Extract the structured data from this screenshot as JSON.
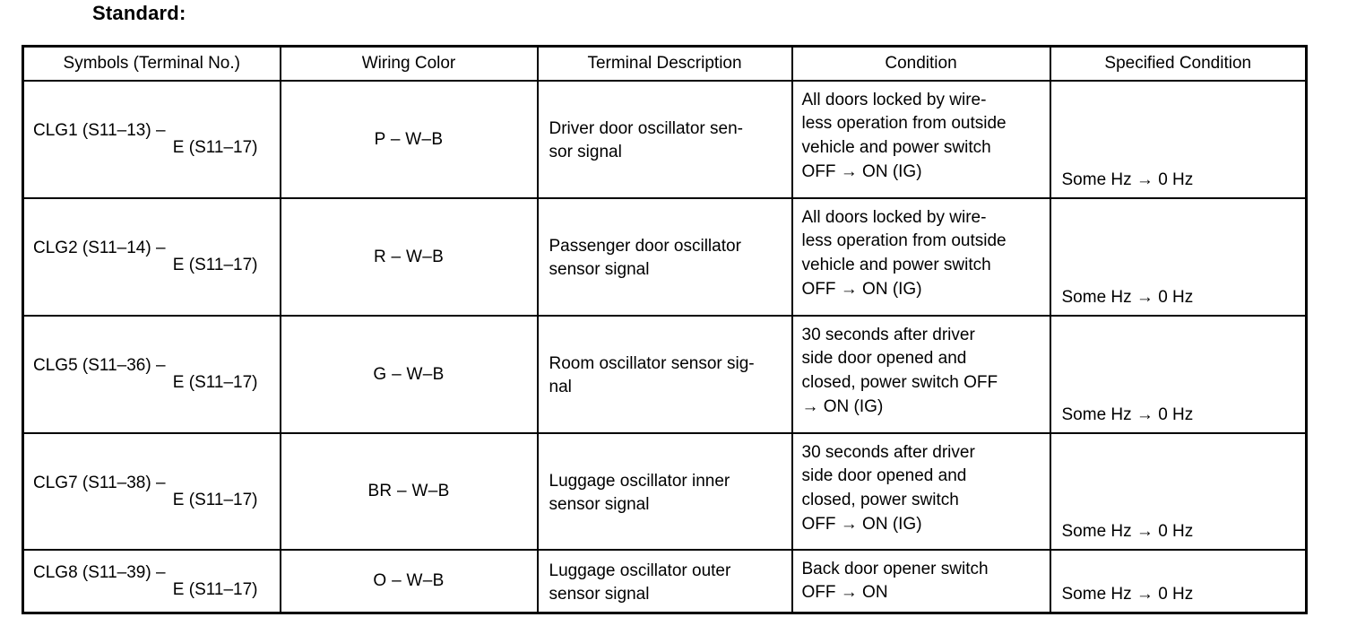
{
  "page": {
    "title": "Standard:"
  },
  "table": {
    "headers": [
      "Symbols (Terminal No.)",
      "Wiring  Color",
      "Terminal Description",
      "Condition",
      "Specified Condition"
    ],
    "rows": [
      {
        "symbol_line1": "CLG1 (S11–13) –",
        "symbol_line2": "E (S11–17)",
        "wiring_color": "P – W–B",
        "terminal_description": "Driver door oscillator sen-\nsor signal",
        "condition": "All doors locked by wire-\nless operation from outside\nvehicle and power switch\nOFF → ON (IG)",
        "specified_condition": "Some Hz →  0 Hz"
      },
      {
        "symbol_line1": "CLG2 (S11–14) –",
        "symbol_line2": "E (S11–17)",
        "wiring_color": "R – W–B",
        "terminal_description": "Passenger door oscillator\nsensor signal",
        "condition": "All doors locked by wire-\nless operation from outside\nvehicle and power switch\nOFF → ON (IG)",
        "specified_condition": "Some Hz →  0 Hz"
      },
      {
        "symbol_line1": "CLG5 (S11–36) –",
        "symbol_line2": "E (S11–17)",
        "wiring_color": "G – W–B",
        "terminal_description": "Room oscillator sensor sig-\nnal",
        "condition": "30 seconds after driver\nside door opened and\nclosed, power switch OFF\n→ ON (IG)",
        "specified_condition": "Some Hz →  0 Hz"
      },
      {
        "symbol_line1": "CLG7 (S11–38) –",
        "symbol_line2": "E (S11–17)",
        "wiring_color": "BR – W–B",
        "terminal_description": "Luggage oscillator inner\nsensor signal",
        "condition": "30 seconds after driver\nside door opened and\nclosed, power switch\nOFF → ON (IG)",
        "specified_condition": "Some Hz →  0 Hz"
      },
      {
        "symbol_line1": "CLG8 (S11–39) –",
        "symbol_line2": "E (S11–17)",
        "wiring_color": "O – W–B",
        "terminal_description": "Luggage oscillator outer\nsensor signal",
        "condition": "Back door opener switch\nOFF → ON",
        "specified_condition": "Some Hz →  0 Hz"
      }
    ]
  },
  "colors": {
    "text": "#000000",
    "background": "#ffffff",
    "border": "#000000"
  }
}
